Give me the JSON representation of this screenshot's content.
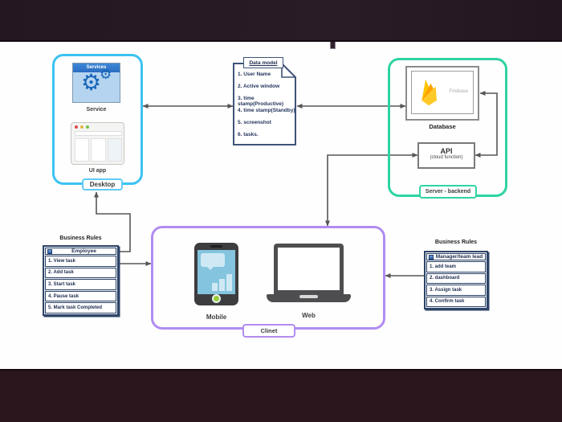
{
  "colors": {
    "desktop_border": "#3cc2f2",
    "server_border": "#2ed3a3",
    "client_border": "#b18cf0",
    "doc_border": "#3e5377",
    "table_border": "#2e4468",
    "arrow": "#565656",
    "firebase_yellow": "#ffc400",
    "firebase_orange": "#ffa000"
  },
  "desktop": {
    "label": "Desktop",
    "service_window_title": "Services",
    "service_label": "Service",
    "uiapp_label": "UI app"
  },
  "data_model": {
    "title": "Data model",
    "items": [
      "1. User Name",
      "2. Active window",
      "3. time stamp(Productive)",
      "4. time stamp(Standby)",
      "5. screenshot",
      "6. tasks."
    ]
  },
  "server": {
    "label": "Server - backend",
    "database_label": "Database",
    "firebase_label": "Firebase",
    "api_title": "API",
    "api_subtitle": "(cloud function)"
  },
  "client": {
    "label": "Clinet",
    "mobile_label": "Mobile",
    "web_label": "Web"
  },
  "left_rules": {
    "title": "Business Rules",
    "header": "Employee",
    "rows": [
      "1. View task",
      "2. Add task",
      "3. Start task",
      "4. Pause task",
      "5. Mark task Completed"
    ]
  },
  "right_rules": {
    "title": "Business Rules",
    "header": "Manager/team lead",
    "rows": [
      "1. add team",
      "2. dashboard",
      "3. Assign task",
      "4. Confirm task"
    ]
  }
}
